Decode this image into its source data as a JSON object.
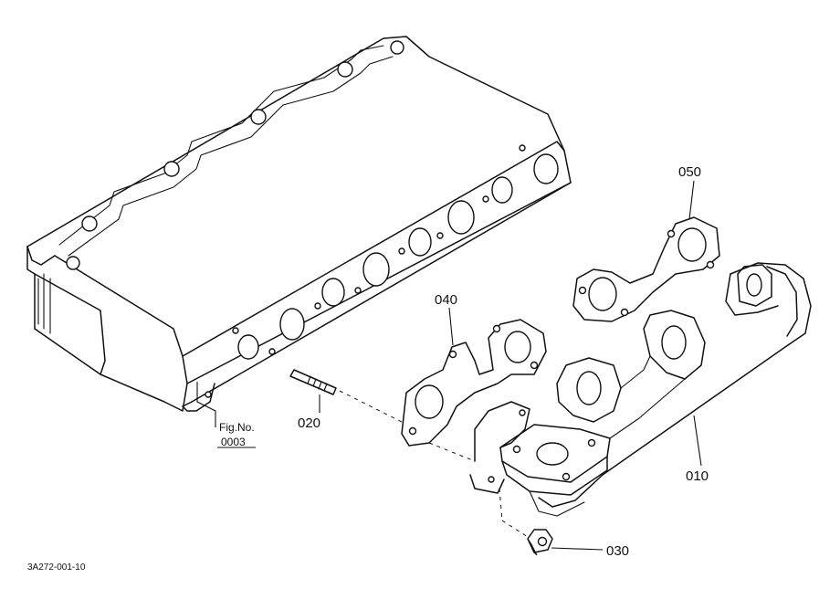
{
  "diagram": {
    "figure_reference": {
      "line1": "Fig.No.",
      "line2": "0003"
    },
    "parts": [
      {
        "number": "010"
      },
      {
        "number": "020"
      },
      {
        "number": "030"
      },
      {
        "number": "040"
      },
      {
        "number": "050"
      }
    ],
    "drawing_code": "3A272-001-10"
  }
}
